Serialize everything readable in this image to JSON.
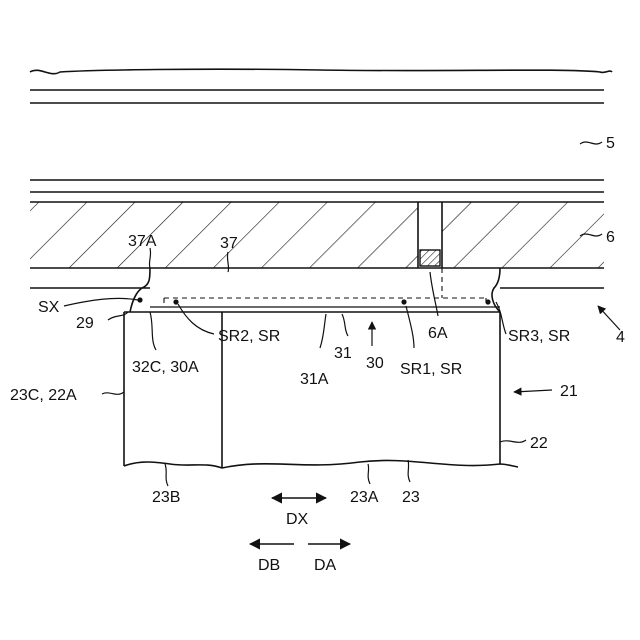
{
  "labels": {
    "l5": "5",
    "l6": "6",
    "l37A": "37A",
    "l37": "37",
    "lSX": "SX",
    "l29": "29",
    "lSR2": "SR2, SR",
    "l6A": "6A",
    "lSR3": "SR3, SR",
    "l4": "4",
    "l32C": "32C, 30A",
    "l31": "31",
    "l30": "30",
    "l31A": "31A",
    "lSR1": "SR1, SR",
    "l23C": "23C, 22A",
    "l21": "21",
    "l22": "22",
    "l23B": "23B",
    "l23A": "23A",
    "l23": "23",
    "lDX": "DX",
    "lDB": "DB",
    "lDA": "DA"
  }
}
